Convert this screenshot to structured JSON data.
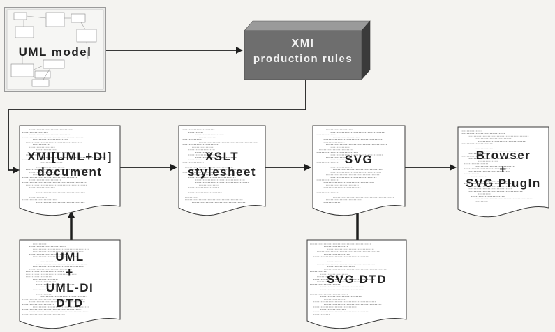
{
  "diagram": {
    "uml_model": {
      "label": "UML model"
    },
    "xmi_rules": {
      "label_1": "XMI",
      "label_2": "production rules"
    },
    "xmi_document": {
      "label_1": "XMI[UML+DI]",
      "label_2": "document"
    },
    "xslt": {
      "label_1": "XSLT",
      "label_2": "stylesheet"
    },
    "svg": {
      "label": "SVG"
    },
    "browser": {
      "label_1": "Browser",
      "label_2": "+",
      "label_3": "SVG PlugIn"
    },
    "uml_dtd": {
      "label_1": "UML",
      "label_2": "+",
      "label_3": "UML-DI",
      "label_4": "DTD"
    },
    "svg_dtd": {
      "label": "SVG DTD"
    }
  },
  "colors": {
    "box_front": "#6e6e6e",
    "box_top": "#9a9a9a",
    "box_side": "#3a3a3a",
    "arrow": "#1e1e1e"
  }
}
